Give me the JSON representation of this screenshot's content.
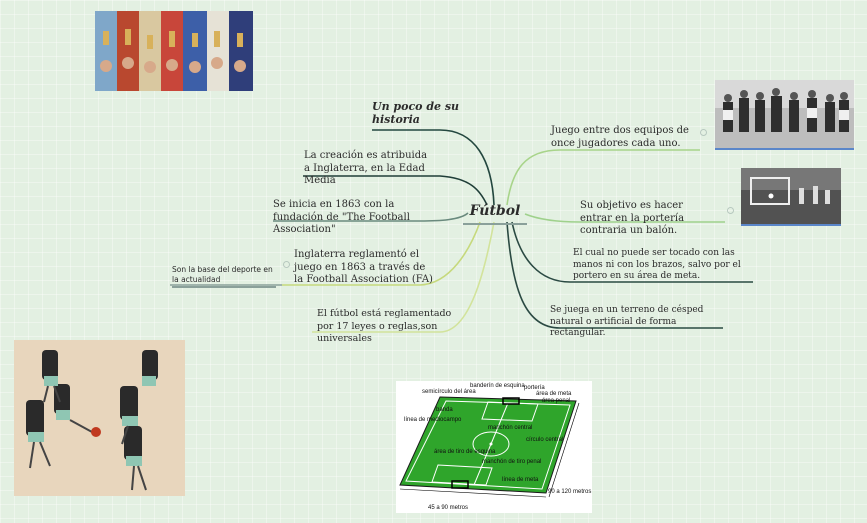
{
  "center": "Fútbol",
  "left_nodes": {
    "history": "Un poco de su historia",
    "creation": "La creación es atribuida a Inglaterra, en la Edad Media",
    "founding": "Se inicia en 1863 con la fundación de \"The Football Association\"",
    "rules_1863": "Inglaterra reglamentó el juego en 1863 a través de la Football Association (FA)",
    "rules_1863_sub": "Son la base del deporte en la actualidad",
    "laws": "El fútbol está reglamentado por 17 leyes o reglas,son universales"
  },
  "right_nodes": {
    "teams": "Juego entre dos equipos de once jugadores cada uno.",
    "objective": "Su objetivo es hacer entrar en la portería contraria un balón.",
    "hands": "El cual no puede ser tocado con las manos ni con los brazos, salvo por el portero en su área de meta.",
    "field": "Se juega en un terreno de césped natural o artificial de forma rectangular."
  },
  "field_diagram": {
    "labels": {
      "semicirculo": "semicírculo del área",
      "banderin": "banderín de esquina",
      "porteria": "portería",
      "area_meta": "área de meta",
      "area_penal": "área penal",
      "banda": "banda",
      "linea_mediocampo": "línea de mediocampo",
      "manchon_central": "manchón central",
      "circulo_central": "círculo central",
      "area_esquina": "área de tiro de esquina",
      "manchon_penal": "manchón de tiro penal",
      "linea_meta": "línea de meta",
      "largo": "90 a 120 metros",
      "ancho": "45 a 90 metros"
    }
  },
  "colors": {
    "connector_left": "#23473f",
    "connector_right": "#a8d48a",
    "underline": "#8aa09a",
    "underline_blue": "#5a86c9",
    "field_green": "#2fa52b"
  }
}
